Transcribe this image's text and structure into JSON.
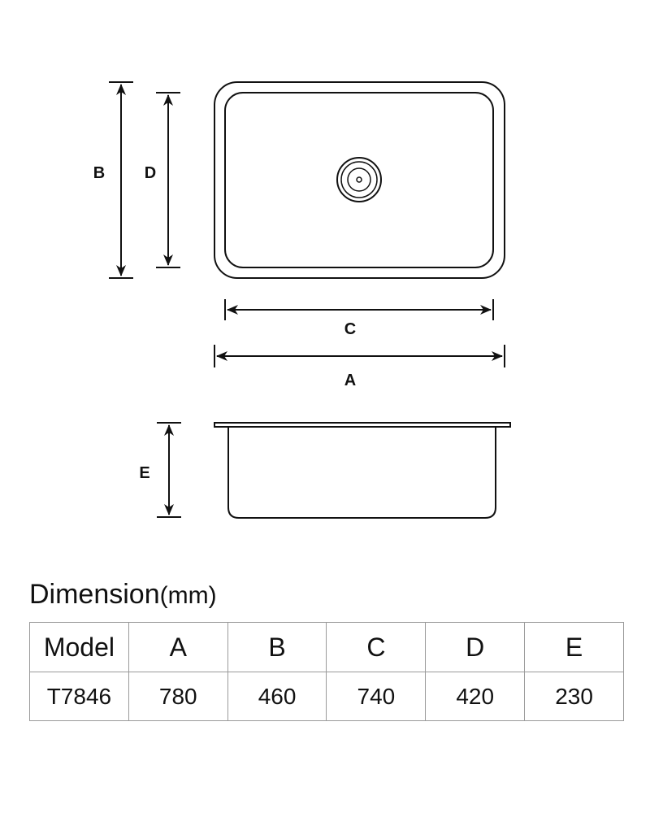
{
  "diagram": {
    "labels": {
      "a": "A",
      "b": "B",
      "c": "C",
      "d": "D",
      "e": "E"
    }
  },
  "dimension": {
    "title": "Dimension",
    "unit": "(mm)"
  },
  "table": {
    "headers": [
      "Model",
      "A",
      "B",
      "C",
      "D",
      "E"
    ],
    "rows": [
      [
        "T7846",
        "780",
        "460",
        "740",
        "420",
        "230"
      ]
    ]
  }
}
